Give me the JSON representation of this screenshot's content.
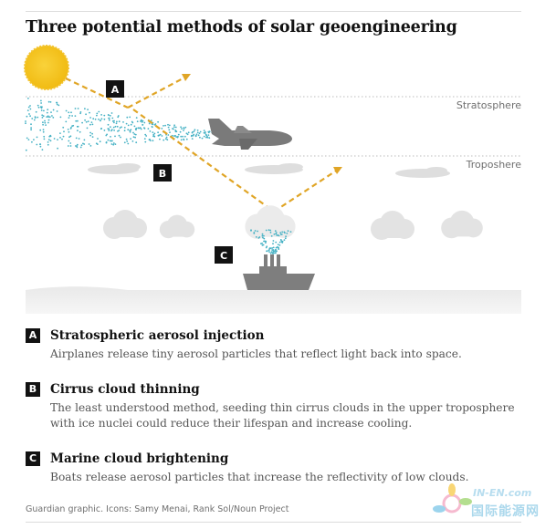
{
  "title": "Three potential methods of solar geoengineering",
  "layers": {
    "stratosphere": "Stratosphere",
    "troposphere": "Troposhere"
  },
  "markers": {
    "a": "A",
    "b": "B",
    "c": "C"
  },
  "methods": [
    {
      "letter": "A",
      "heading": "Stratospheric aerosol injection",
      "description": "Airplanes release tiny aerosol particles that reflect light back into space."
    },
    {
      "letter": "B",
      "heading": "Cirrus cloud thinning",
      "description": "The least understood method, seeding thin cirrus clouds in the upper troposphere with ice nuclei could reduce their lifespan and increase cooling."
    },
    {
      "letter": "C",
      "heading": "Marine cloud brightening",
      "description": "Boats release aerosol particles that increase the reflectivity of low clouds."
    }
  ],
  "credit": "Guardian graphic. Icons: Samy Menai, Rank Sol/Noun Project",
  "watermark": {
    "top": "IN-EN.com",
    "bottom": "国际能源网"
  },
  "colors": {
    "sun": "#f5c518",
    "ray": "#e0a526",
    "particles": "#45b1c4",
    "aircraft": "#7a7a7a",
    "cloud": "#e3e3e3",
    "ship": "#7e7e7e",
    "badge": "#121212"
  },
  "icons": [
    "sun-icon",
    "airplane-icon",
    "cloud-icon",
    "ship-icon"
  ]
}
